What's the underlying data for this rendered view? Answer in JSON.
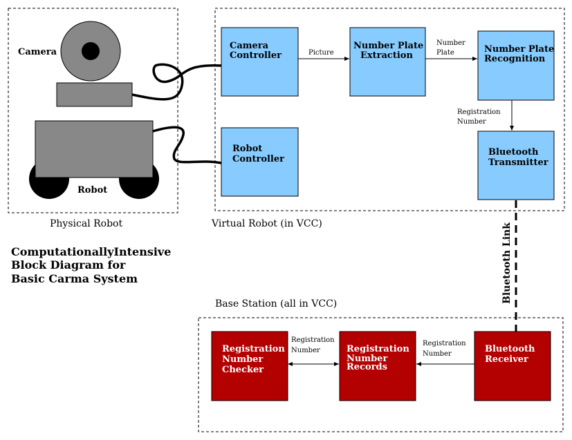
{
  "containers": {
    "physical_robot": "Physical Robot",
    "virtual_robot": "Virtual Robot (in VCC)",
    "base_station": "Base Station (all in VCC)"
  },
  "robot": {
    "camera_label": "Camera",
    "robot_label": "Robot"
  },
  "blocks": {
    "camera_controller": [
      "Camera",
      "Controller"
    ],
    "number_plate_extraction": [
      "Number Plate",
      "Extraction"
    ],
    "number_plate_recognition": [
      "Number Plate",
      "Recognition"
    ],
    "robot_controller": [
      "Robot",
      "Controller"
    ],
    "bluetooth_transmitter": [
      "Bluetooth",
      "Transmitter"
    ],
    "bluetooth_receiver": [
      "Bluetooth",
      "Receiver"
    ],
    "registration_number_records": [
      "Registration",
      "Number",
      "Records"
    ],
    "registration_number_checker": [
      "Registration",
      "Number",
      "Checker"
    ]
  },
  "edges": {
    "picture": "Picture",
    "number_plate": [
      "Number",
      "Plate"
    ],
    "registration_number_1": [
      "Registration",
      "Number"
    ],
    "registration_number_2": [
      "Registration",
      "Number"
    ],
    "registration_number_3": [
      "Registration",
      "Number"
    ],
    "bluetooth_link": "Bluetooth Link"
  },
  "title": [
    "ComputationallyIntensive",
    "Block Diagram for",
    "Basic Carma System"
  ],
  "colors": {
    "blue_block": "#88ccff",
    "red_block": "#b30000",
    "robot_gray": "#888888",
    "wheel": "#000000"
  }
}
